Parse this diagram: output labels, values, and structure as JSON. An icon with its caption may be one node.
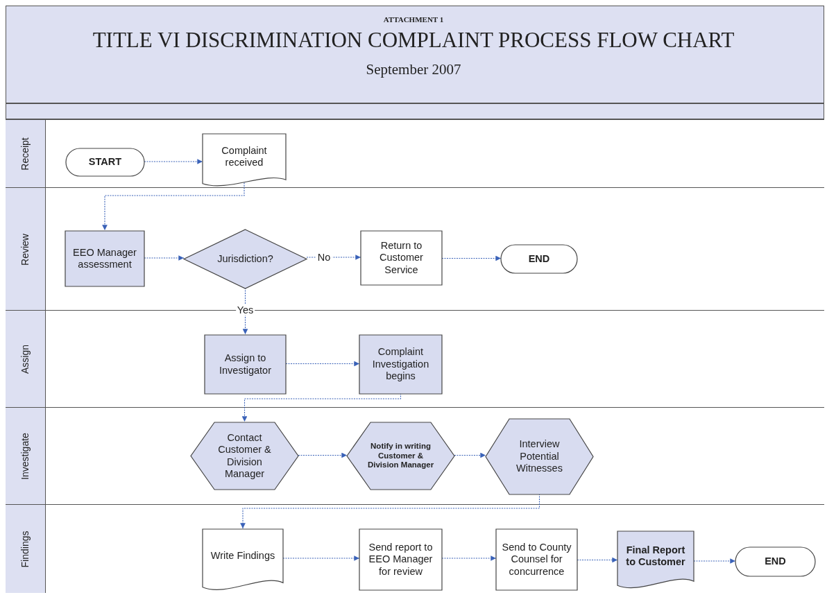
{
  "diagram": {
    "title": "TITLE VI DISCRIMINATION COMPLAINT PROCESS FLOW CHART",
    "nodes": [
      {
        "text": [
          "Receipt"
        ]
      },
      {
        "text": [
          "Review"
        ]
      },
      {
        "text": [
          "Assign"
        ]
      },
      {
        "text": [
          "Investigate"
        ]
      },
      {
        "text": [
          "Findings"
        ]
      },
      {
        "text": [
          "START"
        ],
        "in": 0
      },
      {
        "text": [
          "Complaint received"
        ],
        "in": 0
      },
      {
        "text": [
          "EEO Manager assessment"
        ],
        "in": 1
      },
      {
        "text": [
          "Jurisdiction?"
        ],
        "in": 1
      },
      {
        "text": [
          "Return to Customer Service"
        ],
        "in": 1
      },
      {
        "text": [
          "END"
        ],
        "in": 1
      },
      {
        "text": [
          "Assign to Investigator"
        ],
        "in": 2
      },
      {
        "text": [
          "Complaint Investigation begins"
        ],
        "in": 2
      },
      {
        "text": [
          "Contact Customer & Division Manager"
        ],
        "in": 3
      },
      {
        "text": [
          "Notify in writing Customer & Division Manager"
        ],
        "in": 3
      },
      {
        "text": [
          "Interview Potential Witnesses"
        ],
        "in": 3
      },
      {
        "text": [
          "Write Findings"
        ],
        "in": 4
      },
      {
        "text": [
          "Send report to EEO Manager for review"
        ],
        "in": 4
      },
      {
        "text": [
          "Send to County Counsel for concurrence"
        ],
        "in": 4
      },
      {
        "text": [
          "Final Report to Customer"
        ],
        "in": 4
      },
      {
        "text": [
          "END"
        ],
        "in": 4
      }
    ],
    "edges": [
      {
        "from": 5,
        "to": 6,
        "arrow": "to"
      },
      {
        "from": 6,
        "to": 7,
        "arrow": "to"
      },
      {
        "from": 7,
        "to": 8,
        "arrow": "to"
      },
      {
        "from": 8,
        "to": 9,
        "label": "No",
        "arrow": "to"
      },
      {
        "from": 9,
        "to": 10,
        "arrow": "to"
      },
      {
        "from": 8,
        "to": 11,
        "label": "Yes",
        "arrow": "to"
      },
      {
        "from": 11,
        "to": 12,
        "arrow": "to"
      },
      {
        "from": 12,
        "to": 13,
        "arrow": "to"
      },
      {
        "from": 13,
        "to": 14,
        "arrow": "to"
      },
      {
        "from": 14,
        "to": 15,
        "arrow": "to"
      },
      {
        "from": 15,
        "to": 16,
        "arrow": "to"
      },
      {
        "from": 16,
        "to": 17,
        "arrow": "to"
      },
      {
        "from": 17,
        "to": 18,
        "arrow": "to"
      },
      {
        "from": 18,
        "to": 19,
        "arrow": "to"
      },
      {
        "from": 19,
        "to": 20,
        "arrow": "to"
      }
    ],
    "labels": [
      "ATTACHMENT 1",
      "September 2007"
    ]
  }
}
